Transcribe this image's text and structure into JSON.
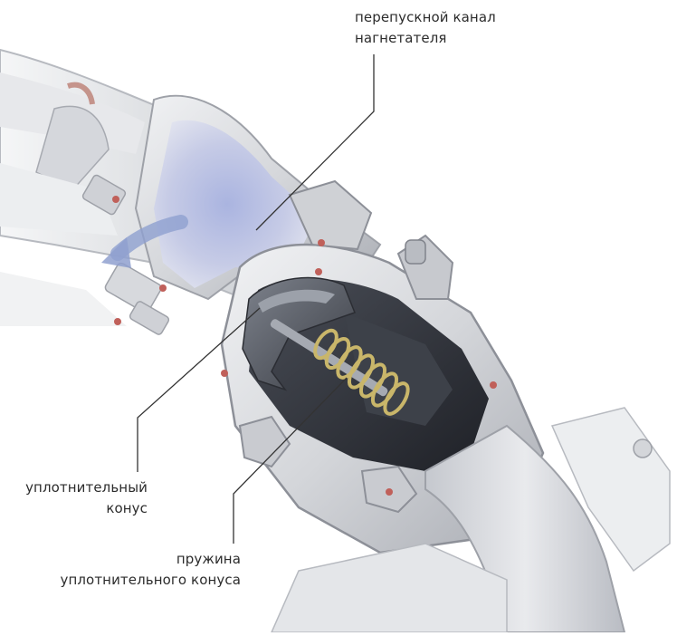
{
  "labels": {
    "bypass_channel": [
      "перепускной канал",
      "нагнетателя"
    ],
    "sealing_cone": [
      "уплотнительный",
      "конус"
    ],
    "cone_spring": [
      "пружина",
      "уплотнительного конуса"
    ]
  },
  "colors": {
    "background": "#ffffff",
    "housing": "#d9dadd",
    "housing_shadow": "#9ea1a8",
    "flow_tint": "#8f9ed2",
    "dark_interior": "#2e3138",
    "spring": "#c9b66a",
    "seal_ring": "#c0605a",
    "leader_line": "#333333",
    "text": "#2c2c2c"
  },
  "icons": [
    "flow-arrow-icon"
  ]
}
